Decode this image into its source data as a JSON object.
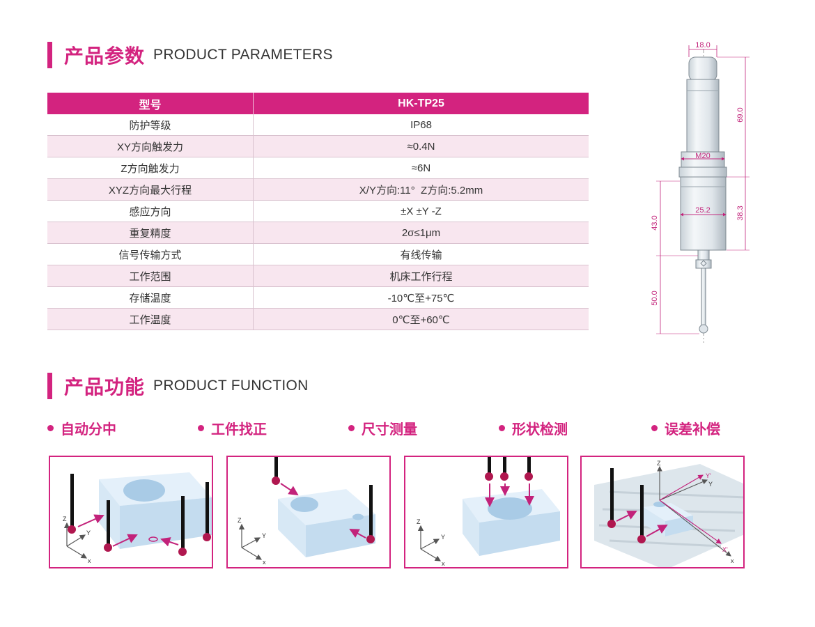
{
  "params_section": {
    "title_cn": "产品参数",
    "title_en": "PRODUCT PARAMETERS"
  },
  "table": {
    "header": [
      "型号",
      "HK-TP25"
    ],
    "rows": [
      [
        "防护等级",
        "IP68"
      ],
      [
        "XY方向触发力",
        "≈0.4N"
      ],
      [
        "Z方向触发力",
        "≈6N"
      ],
      [
        "XYZ方向最大行程",
        "X/Y方向:11°  Z方向:5.2mm"
      ],
      [
        "感应方向",
        "±X ±Y -Z"
      ],
      [
        "重复精度",
        "2σ≤1μm"
      ],
      [
        "信号传输方式",
        "有线传输"
      ],
      [
        "工作范围",
        "机床工作行程"
      ],
      [
        "存储温度",
        "-10℃至+75℃"
      ],
      [
        "工作温度",
        "0℃至+60℃"
      ]
    ]
  },
  "drawing": {
    "top_width": "18.0",
    "thread": "M20",
    "body_diameter": "25.2",
    "upper_length": "69.0",
    "body_length": "38.3",
    "left_upper": "43.0",
    "left_lower": "50.0"
  },
  "function_section": {
    "title_cn": "产品功能",
    "title_en": "PRODUCT FUNCTION"
  },
  "functions": [
    "自动分中",
    "工件找正",
    "尺寸测量",
    "形状检测",
    "误差补偿"
  ],
  "axis_labels": {
    "x": "x",
    "y": "Y",
    "z": "Z",
    "x_prime": "X'",
    "y_prime": "Y'"
  },
  "colors": {
    "accent": "#d3237f",
    "row_alt": "#f8e6ef",
    "block": "#cfe4f4",
    "ball": "#b0174f"
  }
}
